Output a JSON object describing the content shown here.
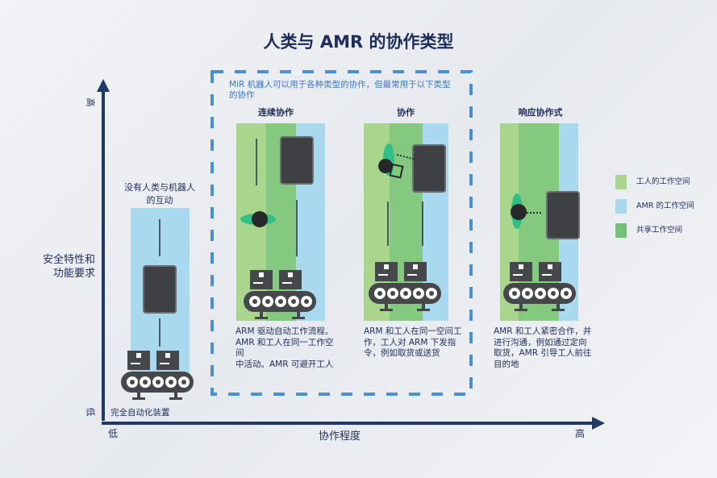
{
  "title": "人类与 AMR 的协作类型",
  "axes": {
    "y_label_line1": "安全特性和",
    "y_label_line2": "功能要求",
    "y_high": "高",
    "y_low": "低",
    "x_label": "协作程度",
    "x_low": "低",
    "x_high": "高"
  },
  "box_note_line1": "MiR 机器人可以用于各种类型的协作，但最常用于以下类型",
  "box_note_line2": "的协作",
  "panels": [
    {
      "title_line1": "没有人类与机器人",
      "title_line2": "的互动",
      "caption": "完全自动化装置"
    },
    {
      "title": "连续协作",
      "desc": [
        "ARM 驱动自动工作流程。",
        "AMR 和工人在同一工作空间",
        "中活动。AMR 可避开工人"
      ]
    },
    {
      "title": "协作",
      "desc": [
        "ARM 和工人在同一空间工",
        "作，工人对  ARM  下发指",
        "令，例如取货或送货"
      ]
    },
    {
      "title": "响应协作式",
      "desc": [
        "AMR 和工人紧密合作，并",
        "进行沟通，例如通过定向",
        "取货，AMR 引导工人前往",
        "目的地"
      ]
    }
  ],
  "legend": [
    {
      "label": "工人的工作空间",
      "color": "#a9d58c"
    },
    {
      "label": "AMR 的工作空间",
      "color": "#a8d9ee"
    },
    {
      "label": "共享工作空间",
      "color": "#74c077"
    }
  ],
  "colors": {
    "axis": "#1f3a64",
    "dash": "#4a8fcf",
    "robot": "#3e4043",
    "person_accent": "#2fbf87"
  }
}
